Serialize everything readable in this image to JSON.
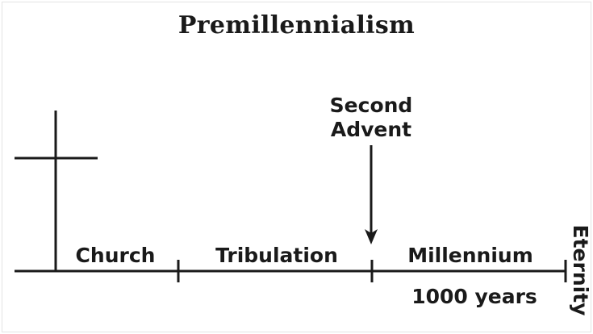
{
  "title": "Premillennialism",
  "event": {
    "line1": "Second",
    "line2": "Advent"
  },
  "periods": {
    "church": "Church",
    "tribulation": "Tribulation",
    "millennium": "Millennium",
    "millennium_duration": "1000 years",
    "eternity": "Eternity"
  },
  "icons": {
    "cross": "cross-icon"
  },
  "colors": {
    "ink": "#1a1a1a",
    "background": "#ffffff"
  }
}
